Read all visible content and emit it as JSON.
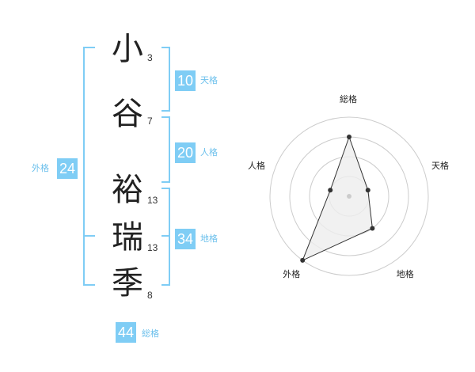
{
  "name": {
    "characters": [
      "小",
      "谷",
      "裕",
      "瑞",
      "季"
    ],
    "strokes": [
      "3",
      "7",
      "13",
      "13",
      "8"
    ]
  },
  "fortune": {
    "tenkaku": {
      "value": "10",
      "label": "天格"
    },
    "jinkaku": {
      "value": "20",
      "label": "人格"
    },
    "chikaku": {
      "value": "34",
      "label": "地格"
    },
    "gaikaku": {
      "value": "24",
      "label": "外格"
    },
    "soukaku": {
      "value": "44",
      "label": "総格"
    }
  },
  "radar": {
    "axes": [
      "総格",
      "天格",
      "地格",
      "外格",
      "人格"
    ],
    "levels": [
      3,
      1,
      2,
      4,
      1
    ],
    "max_level": 4
  },
  "colors": {
    "accent": "#7fcdf5",
    "accent_text": "#6cc0ec",
    "ring": "#cccccc",
    "polygon_fill": "#eeeeee",
    "polygon_stroke": "#333333"
  }
}
